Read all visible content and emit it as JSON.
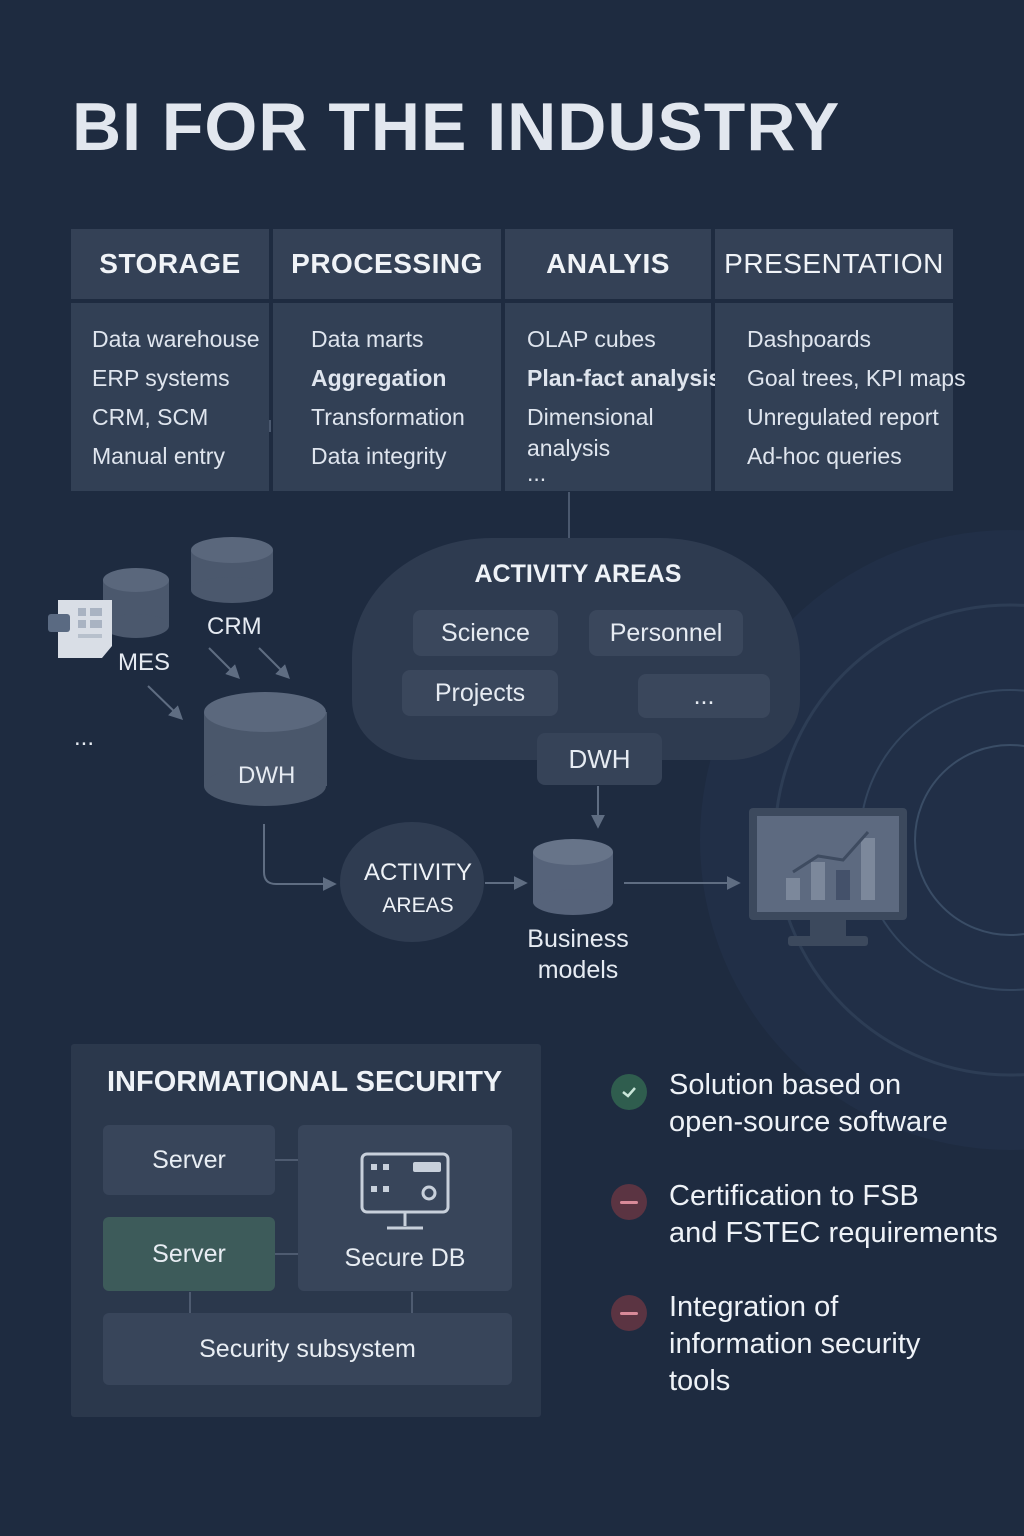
{
  "title": "BI FOR THE INDUSTRY",
  "columns": [
    {
      "header": "STORAGE",
      "items": [
        "Data warehouse",
        "ERP systems",
        "CRM, SCM",
        "Manual entry"
      ]
    },
    {
      "header": "PROCESSING",
      "items": [
        "Data marts",
        "Aggregation",
        "Transformation",
        "Data integrity"
      ]
    },
    {
      "header": "ANALYIS",
      "items": [
        "OLAP cubes",
        "Plan-fact analysis",
        "Dimensional analysis",
        "..."
      ]
    },
    {
      "header": "PRESENTATION",
      "items": [
        "Dashpoards",
        "Goal trees, KPI maps",
        "Unregulated report",
        "Ad-hoc queries"
      ]
    }
  ],
  "flow": {
    "sources": {
      "crm": "CRM",
      "mes": "MES",
      "more": "..."
    },
    "dwh_left": "DWH",
    "activity_areas_title": "ACTIVITY AREAS",
    "activity_areas": [
      "Science",
      "Personnel",
      "Projects",
      "..."
    ],
    "dwh_right": "DWH",
    "activity_areas_node": [
      "ACTIVITY",
      "AREAS"
    ],
    "business_models": [
      "Business",
      "models"
    ]
  },
  "security": {
    "title": "INFORMATIONAL SECURITY",
    "server1": "Server",
    "server2": "Server",
    "secure_db": "Secure DB",
    "subsystem": "Security subsystem"
  },
  "features": [
    {
      "status": "check",
      "lines": [
        "Solution based on",
        "open-source software"
      ]
    },
    {
      "status": "minus",
      "lines": [
        "Certification to FSB",
        "and FSTEC requirements"
      ]
    },
    {
      "status": "minus",
      "lines": [
        "Integration of",
        "information security",
        "tools"
      ]
    }
  ],
  "colors": {
    "background": "#1e2b40",
    "panel": "#344156",
    "accent_server": "#3d5b5a",
    "check_icon": "#2f5d4e",
    "minus_icon": "#5b3442"
  }
}
